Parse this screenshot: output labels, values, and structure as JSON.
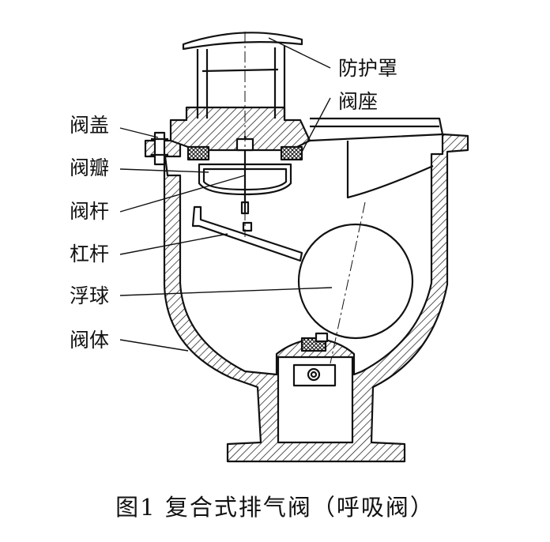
{
  "labels": {
    "fanghuzhao": "防护罩",
    "fazuo": "阀座",
    "fagai": "阀盖",
    "faban": "阀瓣",
    "fagan": "阀杆",
    "ganggan": "杠杆",
    "fuqiu": "浮球",
    "fati": "阀体"
  },
  "caption": "图1   复合式排气阀（呼吸阀）",
  "colors": {
    "ink": "#111111",
    "paper": "#ffffff"
  }
}
